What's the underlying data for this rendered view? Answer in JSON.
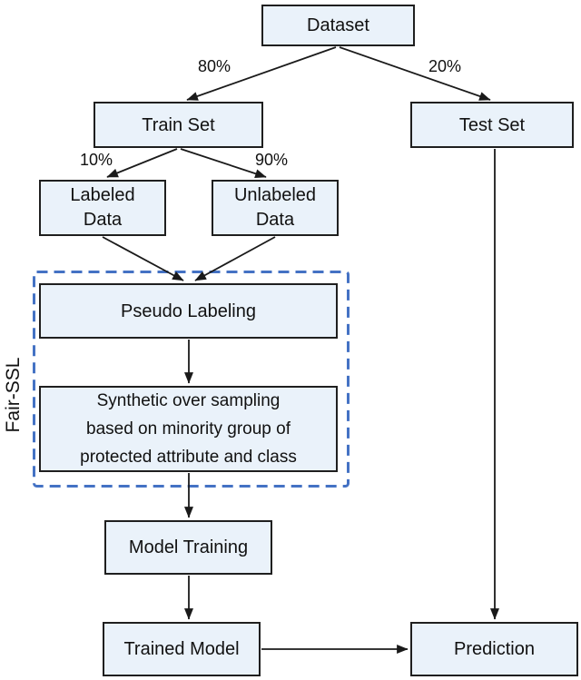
{
  "colors": {
    "node_fill": "#eaf2fa",
    "node_border": "#1f1f1f",
    "fair_ssl_dashed_border": "#4472c4",
    "arrow": "#1a1a1a",
    "background": "#ffffff",
    "text": "#111111"
  },
  "container": {
    "label": "Fair-SSL"
  },
  "nodes": {
    "dataset": {
      "label": "Dataset"
    },
    "train_set": {
      "label": "Train Set"
    },
    "test_set": {
      "label": "Test Set"
    },
    "labeled_data": {
      "lines": [
        "Labeled",
        "Data"
      ]
    },
    "unlabeled_data": {
      "lines": [
        "Unlabeled",
        "Data"
      ]
    },
    "pseudo_labeling": {
      "label": "Pseudo Labeling"
    },
    "synthetic_oversampling": {
      "lines": [
        "Synthetic over sampling",
        "based on minority group of",
        "protected attribute and class"
      ]
    },
    "model_training": {
      "label": "Model Training"
    },
    "trained_model": {
      "label": "Trained Model"
    },
    "prediction": {
      "label": "Prediction"
    }
  },
  "edge_labels": {
    "dataset_to_train": "80%",
    "dataset_to_test": "20%",
    "train_to_labeled": "10%",
    "train_to_unlabeled": "90%"
  }
}
